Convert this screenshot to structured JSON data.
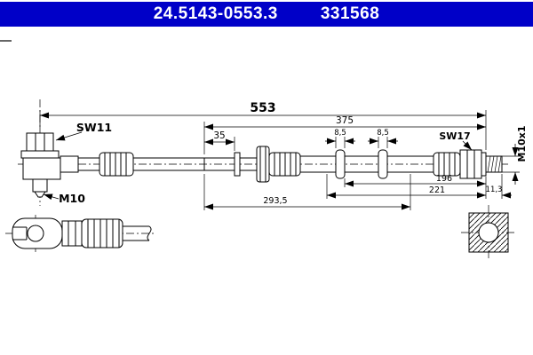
{
  "header": {
    "part_number": "24.5143-0553.3",
    "reference_number": "331568"
  },
  "colors": {
    "header_bg": "#0000c8",
    "header_text": "#ffffff",
    "line": "#000000"
  },
  "labels": {
    "sw11": "SW11",
    "m10": "M10",
    "sw17": "SW17",
    "m10x1": "M10x1"
  },
  "dimensions": {
    "overall_length": "553",
    "length_375": "375",
    "length_35": "35",
    "bead_width_left": "8,5",
    "bead_width_right": "8,5",
    "length_196": "196",
    "length_221": "221",
    "thread_length": "11,3",
    "length_293_5": "293,5"
  }
}
